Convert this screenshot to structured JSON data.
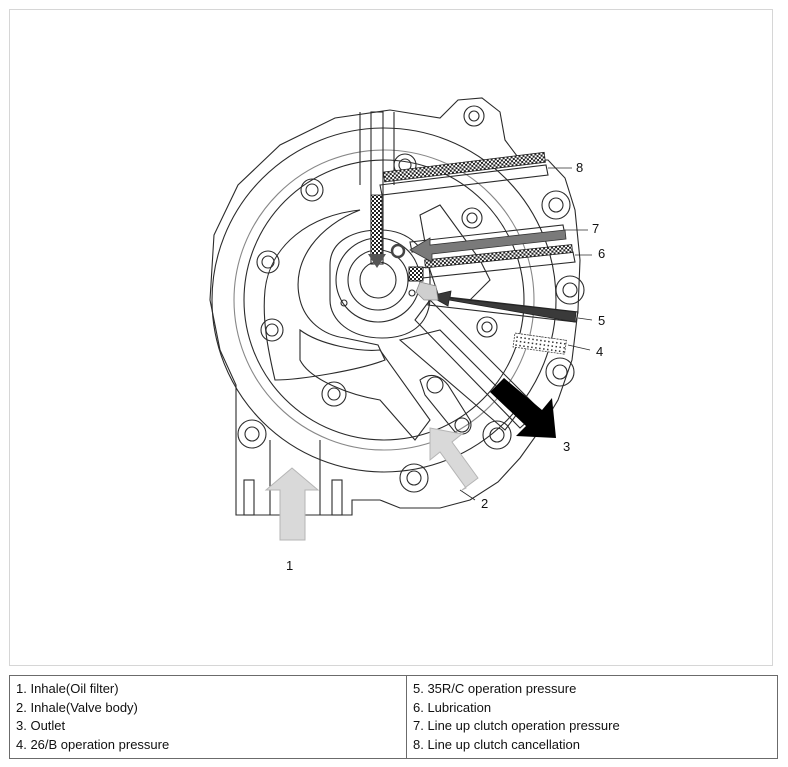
{
  "callouts": [
    "1",
    "2",
    "3",
    "4",
    "5",
    "6",
    "7",
    "8"
  ],
  "legend": {
    "left": [
      "1. Inhale(Oil filter)",
      "2. Inhale(Valve body)",
      "3. Outlet",
      "4. 26/B operation pressure"
    ],
    "right": [
      "5. 35R/C operation pressure",
      "6. Lubrication",
      "7. Line up clutch operation pressure",
      "8. Line up clutch cancellation"
    ]
  },
  "colors": {
    "line": "#2b2b2b",
    "inhale_arrow": "#d9d9d9",
    "outlet_arrow": "#000000",
    "pressure_arrow": "#5a5a5a"
  }
}
